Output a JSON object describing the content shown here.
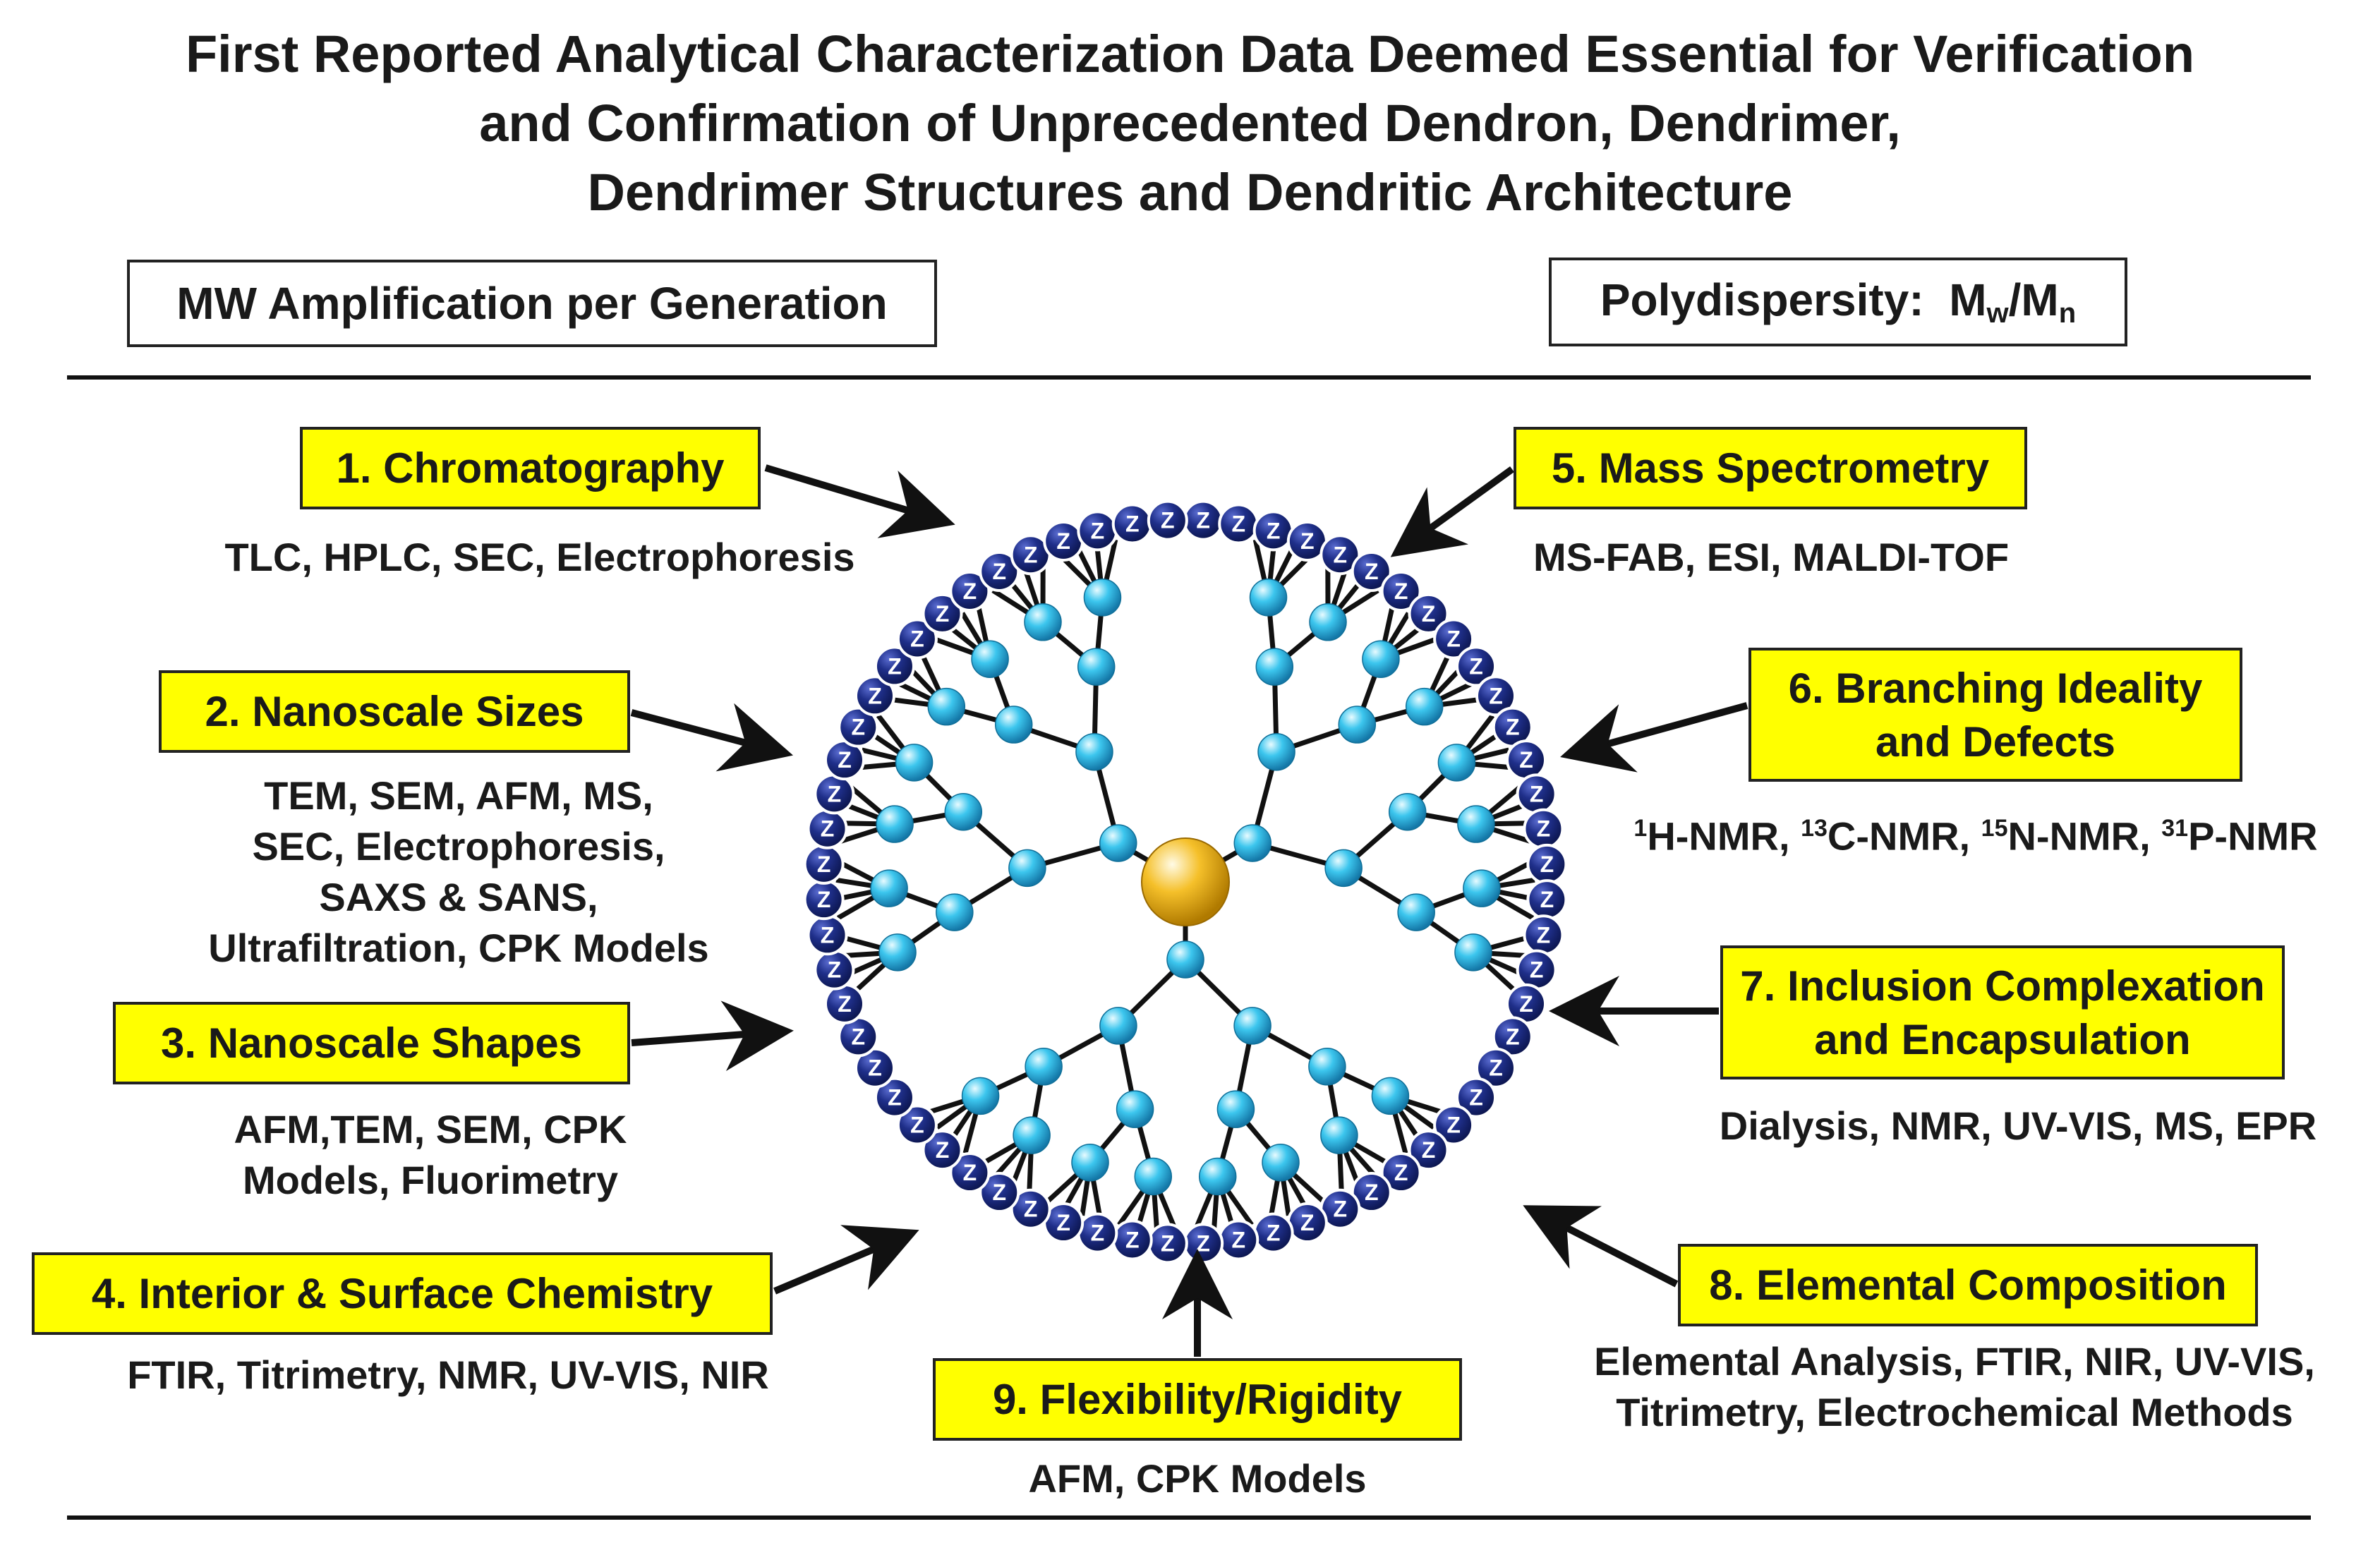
{
  "title": [
    "First Reported Analytical Characterization Data Deemed Essential for Verification",
    "and Confirmation of Unprecedented Dendron, Dendrimer,",
    "Dendrimer Structures and Dendritic Architecture"
  ],
  "header_left": "MW Amplification per Generation",
  "header_right": {
    "label": "Polydispersity:",
    "m1": "M",
    "w": "w",
    "slash": "/M",
    "n": "n"
  },
  "methods": {
    "chromatography": {
      "label": "1. Chromatography",
      "tech": [
        "TLC, HPLC, SEC, Electrophoresis"
      ]
    },
    "nanoscale_sizes": {
      "label": "2. Nanoscale Sizes",
      "tech": [
        "TEM, SEM, AFM, MS,",
        "SEC, Electrophoresis,",
        "SAXS & SANS,",
        "Ultrafiltration, CPK Models"
      ]
    },
    "nanoscale_shapes": {
      "label": "3. Nanoscale Shapes",
      "tech": [
        "AFM,TEM, SEM, CPK",
        "Models, Fluorimetry"
      ]
    },
    "surface_chemistry": {
      "label": "4. Interior & Surface Chemistry",
      "tech": [
        "FTIR,  Titrimetry, NMR, UV-VIS,  NIR"
      ]
    },
    "mass_spectrometry": {
      "label": "5. Mass Spectrometry",
      "tech": [
        "MS-FAB, ESI, MALDI-TOF"
      ]
    },
    "branching": {
      "label": [
        "6. Branching Ideality",
        "and Defects"
      ],
      "nmr": [
        {
          "iso": "1",
          "rest": "H-NMR, "
        },
        {
          "iso": "13",
          "rest": "C-NMR, "
        },
        {
          "iso": "15",
          "rest": "N-NMR, "
        },
        {
          "iso": "31",
          "rest": "P-NMR"
        }
      ]
    },
    "inclusion": {
      "label": [
        "7. Inclusion Complexation",
        "and Encapsulation"
      ],
      "tech": [
        "Dialysis, NMR, UV-VIS, MS, EPR"
      ]
    },
    "elemental": {
      "label": "8. Elemental Composition",
      "tech": [
        "Elemental Analysis, FTIR, NIR, UV-VIS,",
        "Titrimetry, Electrochemical Methods"
      ]
    },
    "flexibility": {
      "label": "9.  Flexibility/Rigidity",
      "tech": [
        "AFM, CPK Models"
      ]
    }
  },
  "dendrimer": {
    "surface_group_label": "Z",
    "surface_group_count": 64,
    "branch_levels": 4,
    "colors": {
      "core": "#f5c02a",
      "node": "#3cc6ee",
      "surface": "#1f2f8a",
      "highlight": "#ffff00"
    }
  }
}
